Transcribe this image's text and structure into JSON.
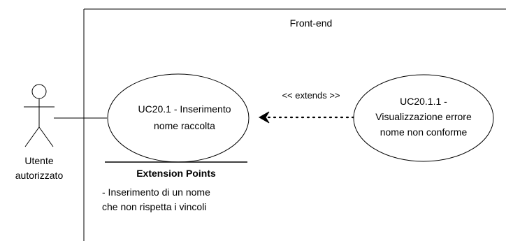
{
  "system": {
    "title": "Front-end"
  },
  "actor": {
    "line1": "Utente",
    "line2": "autorizzato"
  },
  "use_case_main": {
    "line1": "UC20.1 - Inserimento",
    "line2": "nome raccolta"
  },
  "use_case_extension": {
    "line1": "UC20.1.1 -",
    "line2": "Visualizzazione errore",
    "line3": "nome non conforme"
  },
  "relationship": {
    "label": "<< extends >>"
  },
  "extension_points": {
    "title": "Extension Points",
    "line1": "- Inserimento di un nome",
    "line2": "che non rispetta i vincoli"
  },
  "colors": {
    "stroke": "#000000",
    "background": "#ffffff"
  }
}
